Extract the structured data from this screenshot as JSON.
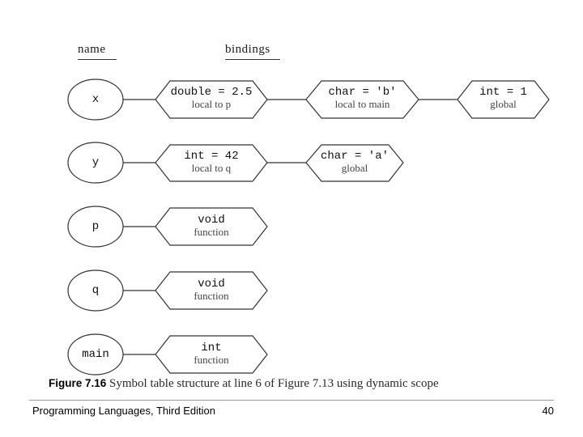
{
  "slide": {
    "footer_left": "Programming Languages, Third Edition",
    "page_number": "40"
  },
  "figure": {
    "headers": {
      "name": "name",
      "bindings": "bindings"
    },
    "caption_label": "Figure 7.16",
    "caption_text": "Symbol table structure at line 6 of Figure 7.13 using dynamic scope",
    "rows": [
      {
        "name": "x",
        "bindings": [
          {
            "line1": "double = 2.5",
            "line2": "local to p"
          },
          {
            "line1": "char = 'b'",
            "line2": "local to main"
          },
          {
            "line1": "int = 1",
            "line2": "global"
          }
        ]
      },
      {
        "name": "y",
        "bindings": [
          {
            "line1": "int = 42",
            "line2": "local to q"
          },
          {
            "line1": "char = 'a'",
            "line2": "global"
          }
        ]
      },
      {
        "name": "p",
        "bindings": [
          {
            "line1": "void",
            "line2": "function"
          }
        ]
      },
      {
        "name": "q",
        "bindings": [
          {
            "line1": "void",
            "line2": "function"
          }
        ]
      },
      {
        "name": "main",
        "bindings": [
          {
            "line1": "int",
            "line2": "function"
          }
        ]
      }
    ]
  }
}
